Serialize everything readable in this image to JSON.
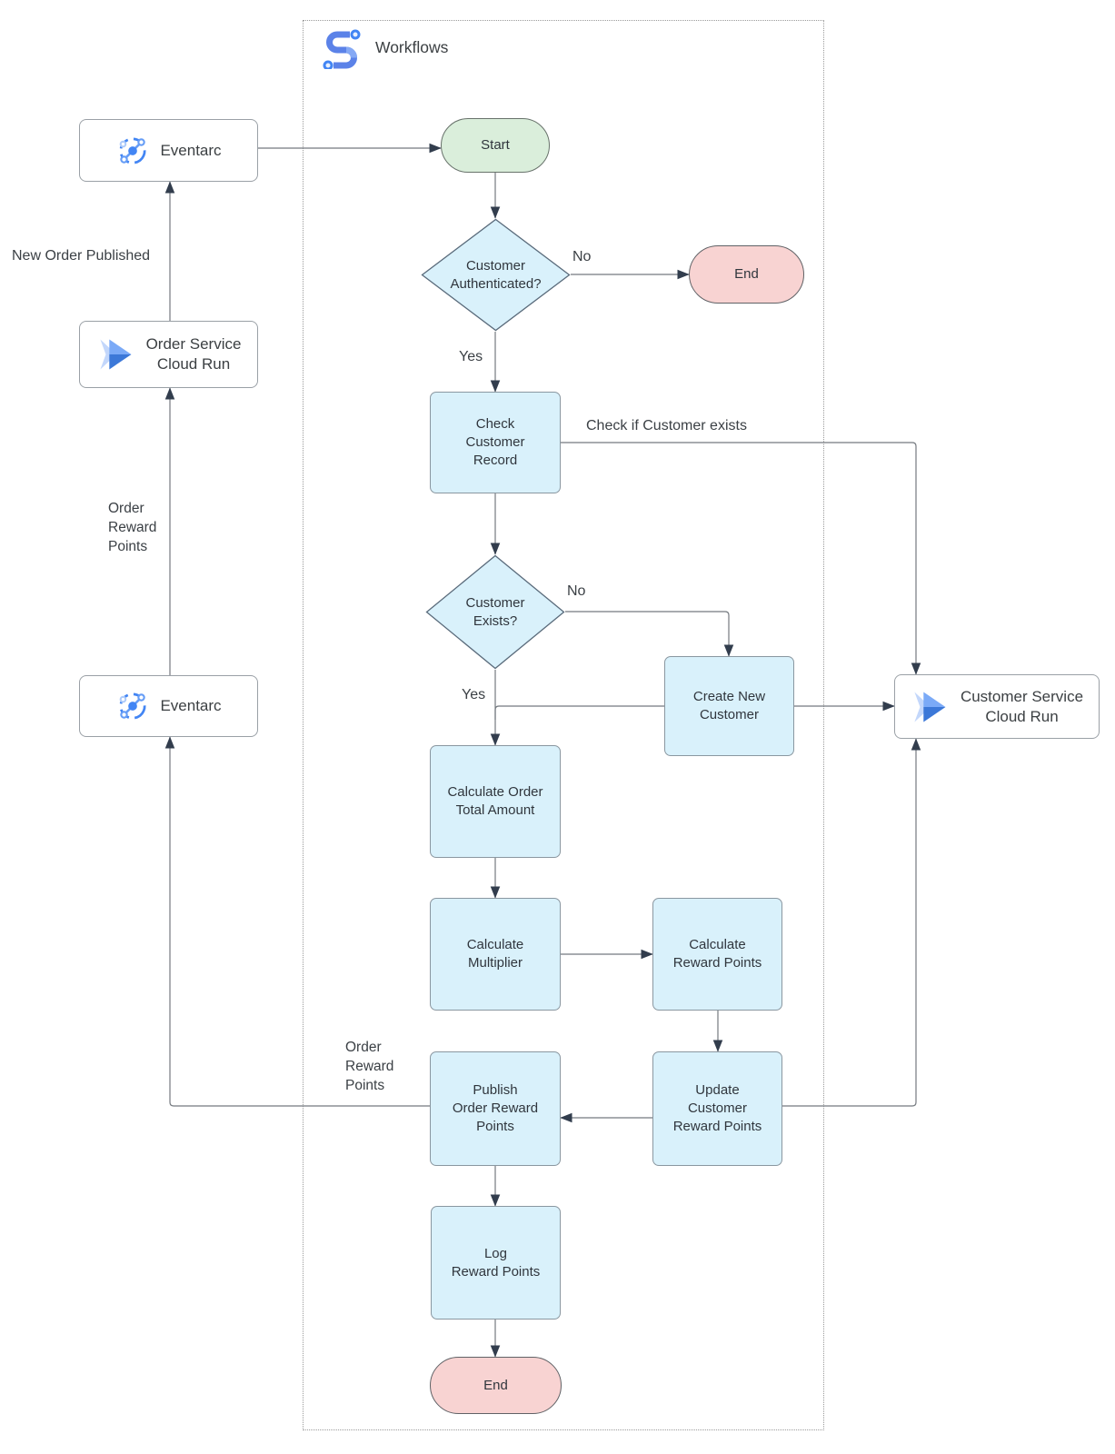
{
  "diagram": {
    "title": "Workflows",
    "colors": {
      "process_fill": "#d9f1fb",
      "process_border": "#8a97a0",
      "decision_fill": "#d9f1fb",
      "decision_border": "#5a6b7b",
      "start_fill": "#daeedb",
      "end_fill": "#f8d3d2",
      "service_border": "#9aa0a6",
      "connector_line": "#74797f",
      "arrowhead": "#323d4d",
      "icon_blue": "#4285f4",
      "icon_light_blue": "#aecbfa",
      "icon_mid_blue": "#669df6",
      "icon_dark_blue": "#3c78d8"
    },
    "services": {
      "eventarc_top": "Eventarc",
      "order_service_cloud_run": "Order Service\nCloud Run",
      "eventarc_bottom": "Eventarc",
      "customer_service_cloud_run": "Customer Service\nCloud Run"
    },
    "nodes": {
      "start": "Start",
      "customer_authenticated": "Customer\nAuthenticated?",
      "end_top": "End",
      "check_customer_record": "Check\nCustomer\nRecord",
      "customer_exists": "Customer\nExists?",
      "create_new_customer": "Create New\nCustomer",
      "calculate_order_total_amount": "Calculate Order\nTotal Amount",
      "calculate_multiplier": "Calculate\nMultiplier",
      "calculate_reward_points": "Calculate\nReward Points",
      "update_customer_reward_points": "Update\nCustomer\nReward Points",
      "publish_order_reward_points": "Publish\nOrder Reward\nPoints",
      "log_reward_points": "Log\nReward Points",
      "end_bottom": "End"
    },
    "edge_labels": {
      "no_authenticated": "No",
      "yes_authenticated": "Yes",
      "check_if_customer_exists": "Check if Customer exists",
      "no_exists": "No",
      "yes_exists": "Yes",
      "new_order_published": "New Order Published",
      "order_reward_points_event": "Order\nReward\nPoints",
      "order_reward_points_publish": "Order\nReward\nPoints"
    }
  }
}
